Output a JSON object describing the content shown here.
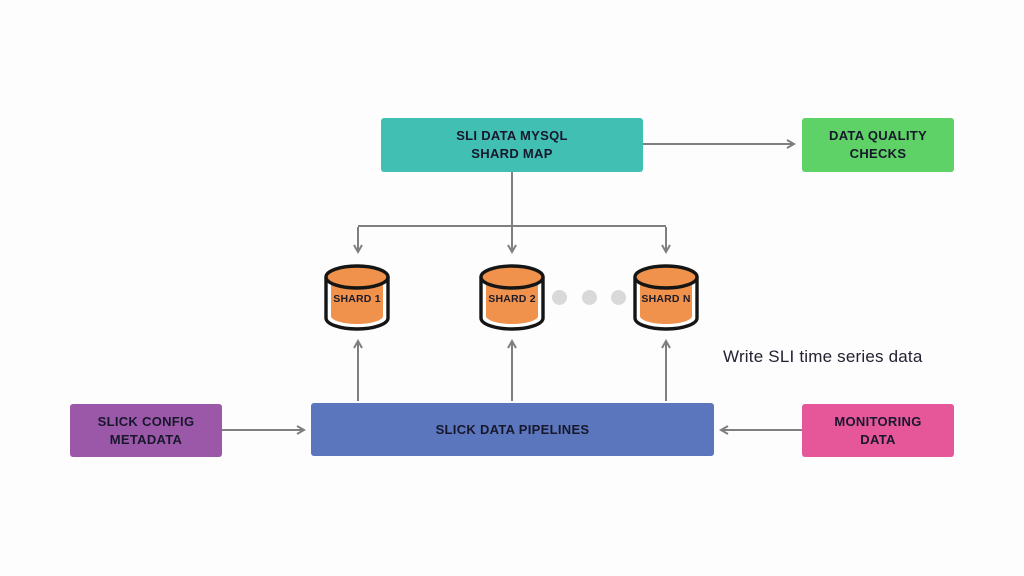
{
  "diagram": {
    "type": "architecture-flow",
    "background_color": "#fdfdfd",
    "arrow_color": "#7f7f7f",
    "ellipsis_color": "#d9d9d9",
    "nodes": {
      "shard_map": {
        "line1": "SLI DATA MYSQL",
        "line2": "SHARD MAP",
        "color": "#40bfb2"
      },
      "quality": {
        "line1": "DATA QUALITY",
        "line2": "CHECKS",
        "color": "#5ed266"
      },
      "config": {
        "line1": "SLICK CONFIG",
        "line2": "METADATA",
        "color": "#9c58a8"
      },
      "pipelines": {
        "label": "SLICK DATA PIPELINES",
        "color": "#5b76bc"
      },
      "monitoring": {
        "line1": "MONITORING",
        "line2": "DATA",
        "color": "#e65799"
      }
    },
    "shards": [
      {
        "label": "SHARD 1"
      },
      {
        "label": "SHARD 2"
      },
      {
        "label": "SHARD N"
      }
    ],
    "shard_fill": "#f0914c",
    "shard_outline": "#151515",
    "annotation": "Write SLI time series data",
    "edges": [
      "shard_map -> shard_1",
      "shard_map -> shard_2",
      "shard_map -> shard_n",
      "shard_map -> quality",
      "config -> pipelines",
      "monitoring -> pipelines",
      "pipelines -> shard_1",
      "pipelines -> shard_2",
      "pipelines -> shard_n"
    ]
  }
}
